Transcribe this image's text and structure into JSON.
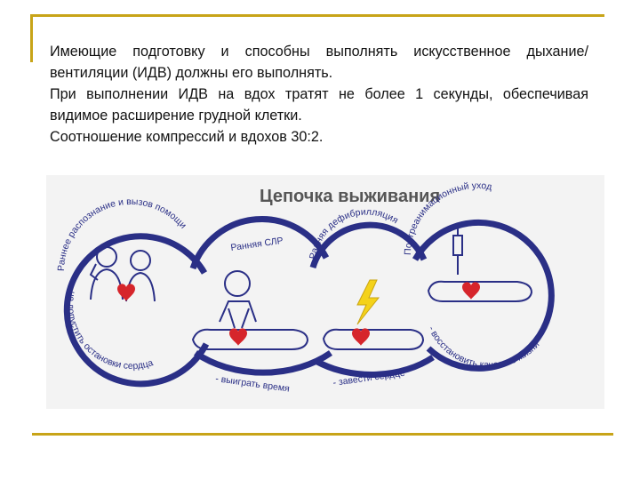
{
  "slide": {
    "paragraphs": [
      "Имеющие подготовку и способны выполнять искусственное дыхание/вентиляции (ИДВ) должны его выполнять.",
      "При выполнении ИДВ на вдох тратят не более 1 секунды, обеспечивая видимое расширение грудной клетки.",
      "Соотношение компрессий и вдохов 30:2."
    ],
    "diagram": {
      "title": "Цепочка выживания",
      "links": [
        {
          "label": "Раннее распознание и вызов помощи",
          "goal": "- не допустить остановки сердца"
        },
        {
          "label": "Ранняя СЛР",
          "goal": "- выиграть время"
        },
        {
          "label": "Ранняя дефибрилляция",
          "goal": "- завести сердце"
        },
        {
          "label": "Постреанимационный уход",
          "goal": "- восстановить качество жизни"
        }
      ]
    }
  },
  "colors": {
    "accent_rule": "#c8a418",
    "chain_blue": "#2a2f86",
    "heart_red": "#d6252b",
    "bolt_yellow": "#f4d21a"
  }
}
